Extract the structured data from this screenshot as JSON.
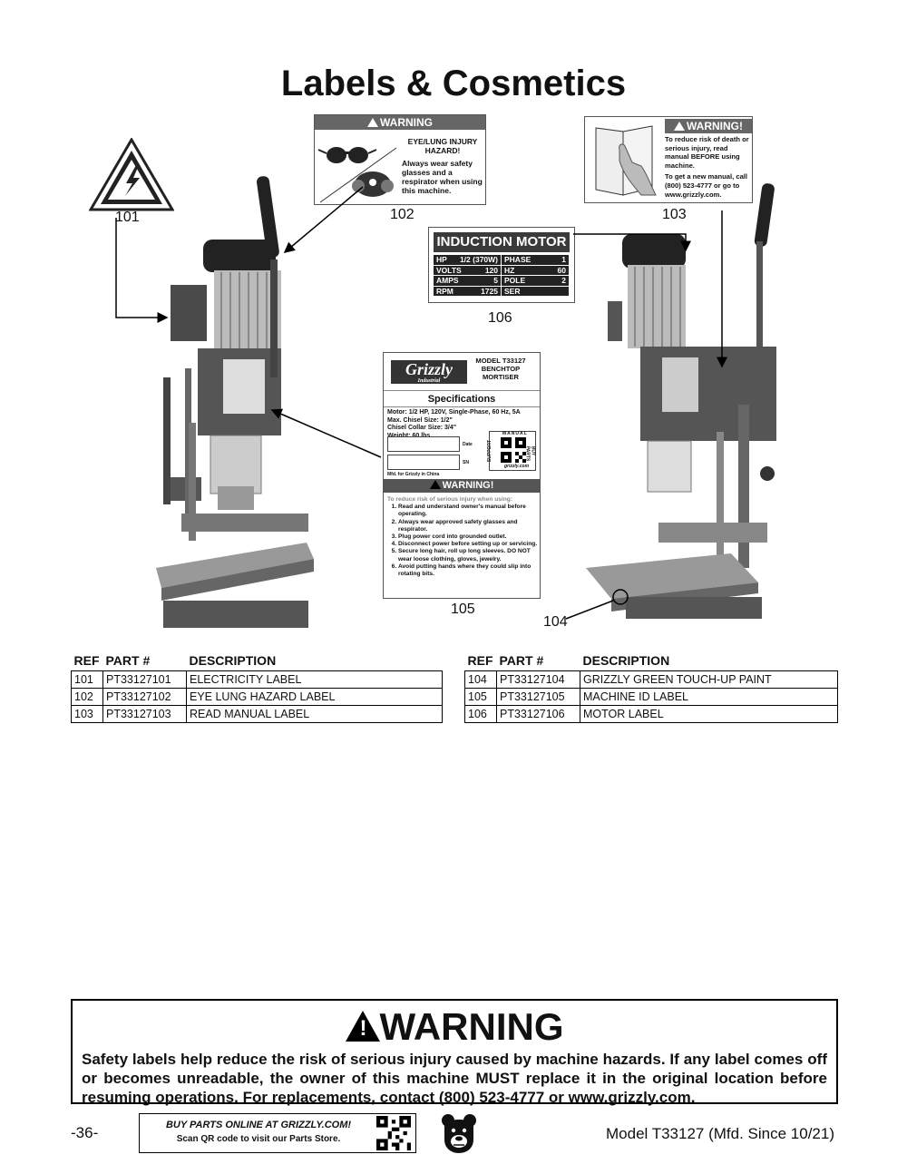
{
  "page_title": "Labels & Cosmetics",
  "callouts": {
    "c101": "101",
    "c102": "102",
    "c103": "103",
    "c104": "104",
    "c105": "105",
    "c106": "106"
  },
  "label102": {
    "banner": "WARNING",
    "hazard": "EYE/LUNG INJURY HAZARD!",
    "text": "Always wear safety glasses and a respirator when using this machine."
  },
  "label103": {
    "banner": "WARNING!",
    "text1": "To reduce risk of death or serious injury, read manual BEFORE using machine.",
    "text2": "To get a new manual, call (800) 523-4777 or go to www.grizzly.com."
  },
  "label106": {
    "title": "INDUCTION MOTOR",
    "rows": [
      {
        "k1": "HP",
        "v1": "1/2 (370W)",
        "k2": "PHASE",
        "v2": "1"
      },
      {
        "k1": "VOLTS",
        "v1": "120",
        "k2": "HZ",
        "v2": "60"
      },
      {
        "k1": "AMPS",
        "v1": "5",
        "k2": "POLE",
        "v2": "2"
      },
      {
        "k1": "RPM",
        "v1": "1725",
        "k2": "SER",
        "v2": ""
      }
    ]
  },
  "label105": {
    "logo": "Grizzly",
    "logo_sub": "Industrial",
    "model": "MODEL T33127",
    "name1": "BENCHTOP",
    "name2": "MORTISER",
    "spec_heading": "Specifications",
    "specs": [
      "Motor: 1/2 HP, 120V, Single-Phase, 60 Hz, 5A",
      "Max. Chisel Size: 1/2\"",
      "Chisel Collar Size: 3/4\"",
      "Weight: 60 lbs."
    ],
    "date_label": "Date",
    "sn_label": "SN",
    "mfd": "Mfd. for Grizzly in China",
    "qr_top": "MANUAL",
    "qr_left": "SUPPORT",
    "qr_right": "BUY PARTS",
    "qr_url": "grizzly.com",
    "warning": "WARNING!",
    "intro": "To reduce risk of serious injury when using:",
    "items": [
      "Read and understand owner's manual before operating.",
      "Always wear approved safety glasses and respirator.",
      "Plug power cord into grounded outlet.",
      "Disconnect power before setting up or servicing.",
      "Secure long hair, roll up long sleeves. DO NOT wear loose clothing, gloves, jewelry.",
      "Avoid putting hands where they could slip into rotating bits."
    ]
  },
  "table_headers": {
    "ref": "REF",
    "part": "PART #",
    "desc": "DESCRIPTION"
  },
  "parts_left": [
    {
      "ref": "101",
      "part": "PT33127101",
      "desc": "ELECTRICITY LABEL"
    },
    {
      "ref": "102",
      "part": "PT33127102",
      "desc": "EYE LUNG HAZARD LABEL"
    },
    {
      "ref": "103",
      "part": "PT33127103",
      "desc": "READ MANUAL LABEL"
    }
  ],
  "parts_right": [
    {
      "ref": "104",
      "part": "PT33127104",
      "desc": "GRIZZLY GREEN TOUCH-UP PAINT"
    },
    {
      "ref": "105",
      "part": "PT33127105",
      "desc": "MACHINE ID LABEL"
    },
    {
      "ref": "106",
      "part": "PT33127106",
      "desc": "MOTOR LABEL"
    }
  ],
  "warning_box": {
    "title": "WARNING",
    "body": "Safety labels help reduce the risk of serious injury caused by machine hazards. If any label comes off or becomes unreadable, the owner of this machine MUST replace it in the original location before resuming operations. For replacements, contact (800) 523-4777 or www.grizzly.com."
  },
  "footer": {
    "page_number": "-36-",
    "buy_parts": "BUY PARTS ONLINE AT GRIZZLY.COM!",
    "scan": "Scan QR code to visit our Parts Store.",
    "model": "Model T33127 (Mfd. Since 10/21)"
  }
}
